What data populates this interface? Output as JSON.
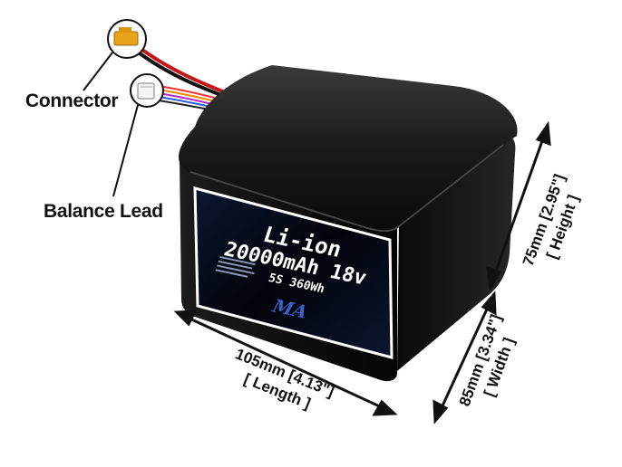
{
  "callouts": {
    "connector": "Connector",
    "balance_lead": "Balance Lead"
  },
  "label": {
    "chemistry": "Li-ion",
    "capacity_voltage": "20000mAh 18v",
    "config_energy": "5S 360Wh",
    "logo": "MA"
  },
  "dimensions": {
    "length_line1": "105mm [4.13\"]",
    "length_line2": "[ Length ]",
    "width_line1": "85mm [3.34\"]",
    "width_line2": "[ Width ]",
    "height_line1": "75mm [2.95\"]",
    "height_line2": "[ Height ]"
  },
  "colors": {
    "battery_body": "#0d0d0d",
    "label_border": "#ffffff",
    "label_fill": "#050a14",
    "accent": "#2a4fa8",
    "connector_yellow": "#e8a316"
  }
}
